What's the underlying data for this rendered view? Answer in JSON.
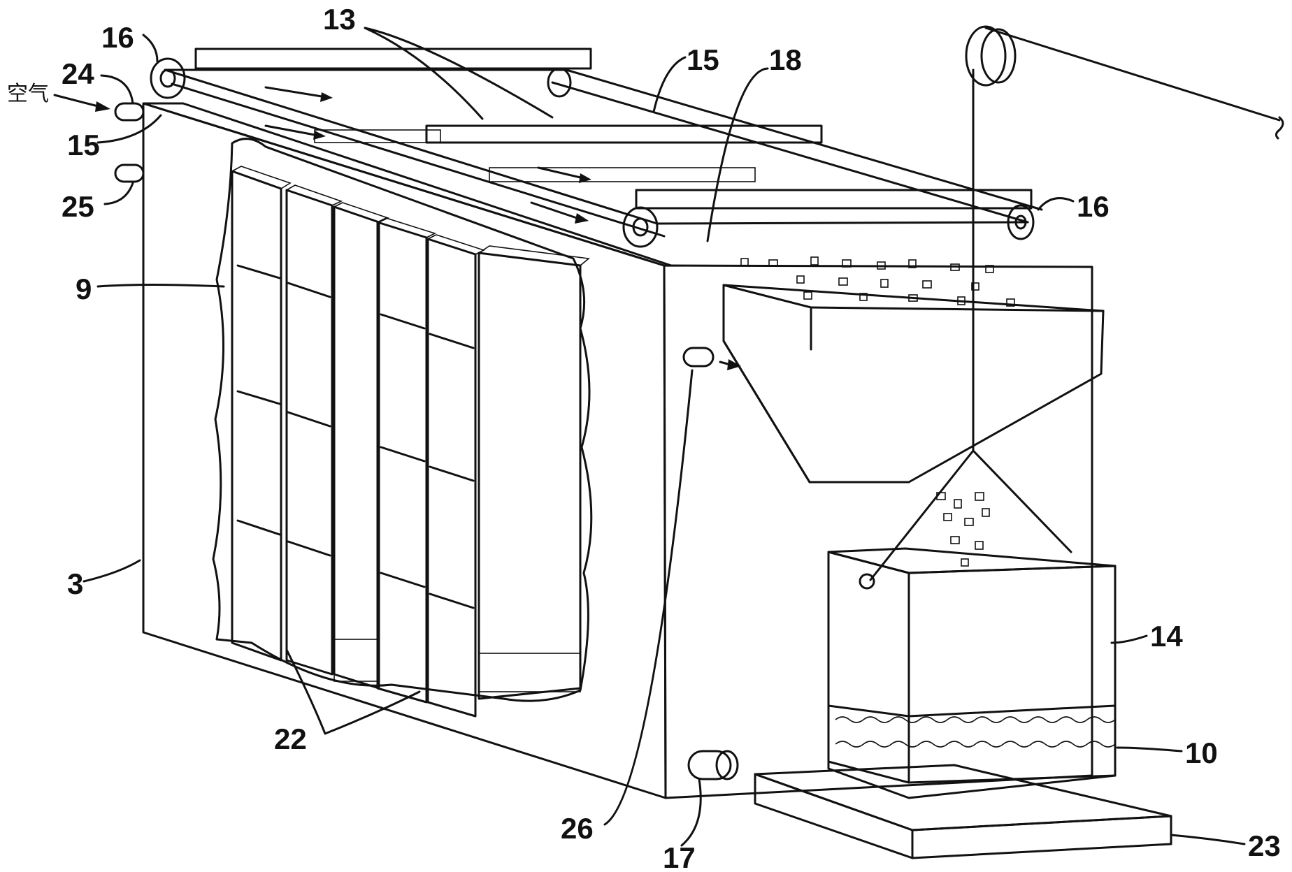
{
  "figure": {
    "labels": {
      "air": "空气",
      "n3": "3",
      "n9": "9",
      "n10": "10",
      "n13": "13",
      "n14": "14",
      "n15a": "15",
      "n15b": "15",
      "n16a": "16",
      "n16b": "16",
      "n17": "17",
      "n18": "18",
      "n22": "22",
      "n23": "23",
      "n24": "24",
      "n25": "25",
      "n26": "26"
    },
    "colors": {
      "ink": "#111111",
      "paper": "#ffffff"
    }
  }
}
